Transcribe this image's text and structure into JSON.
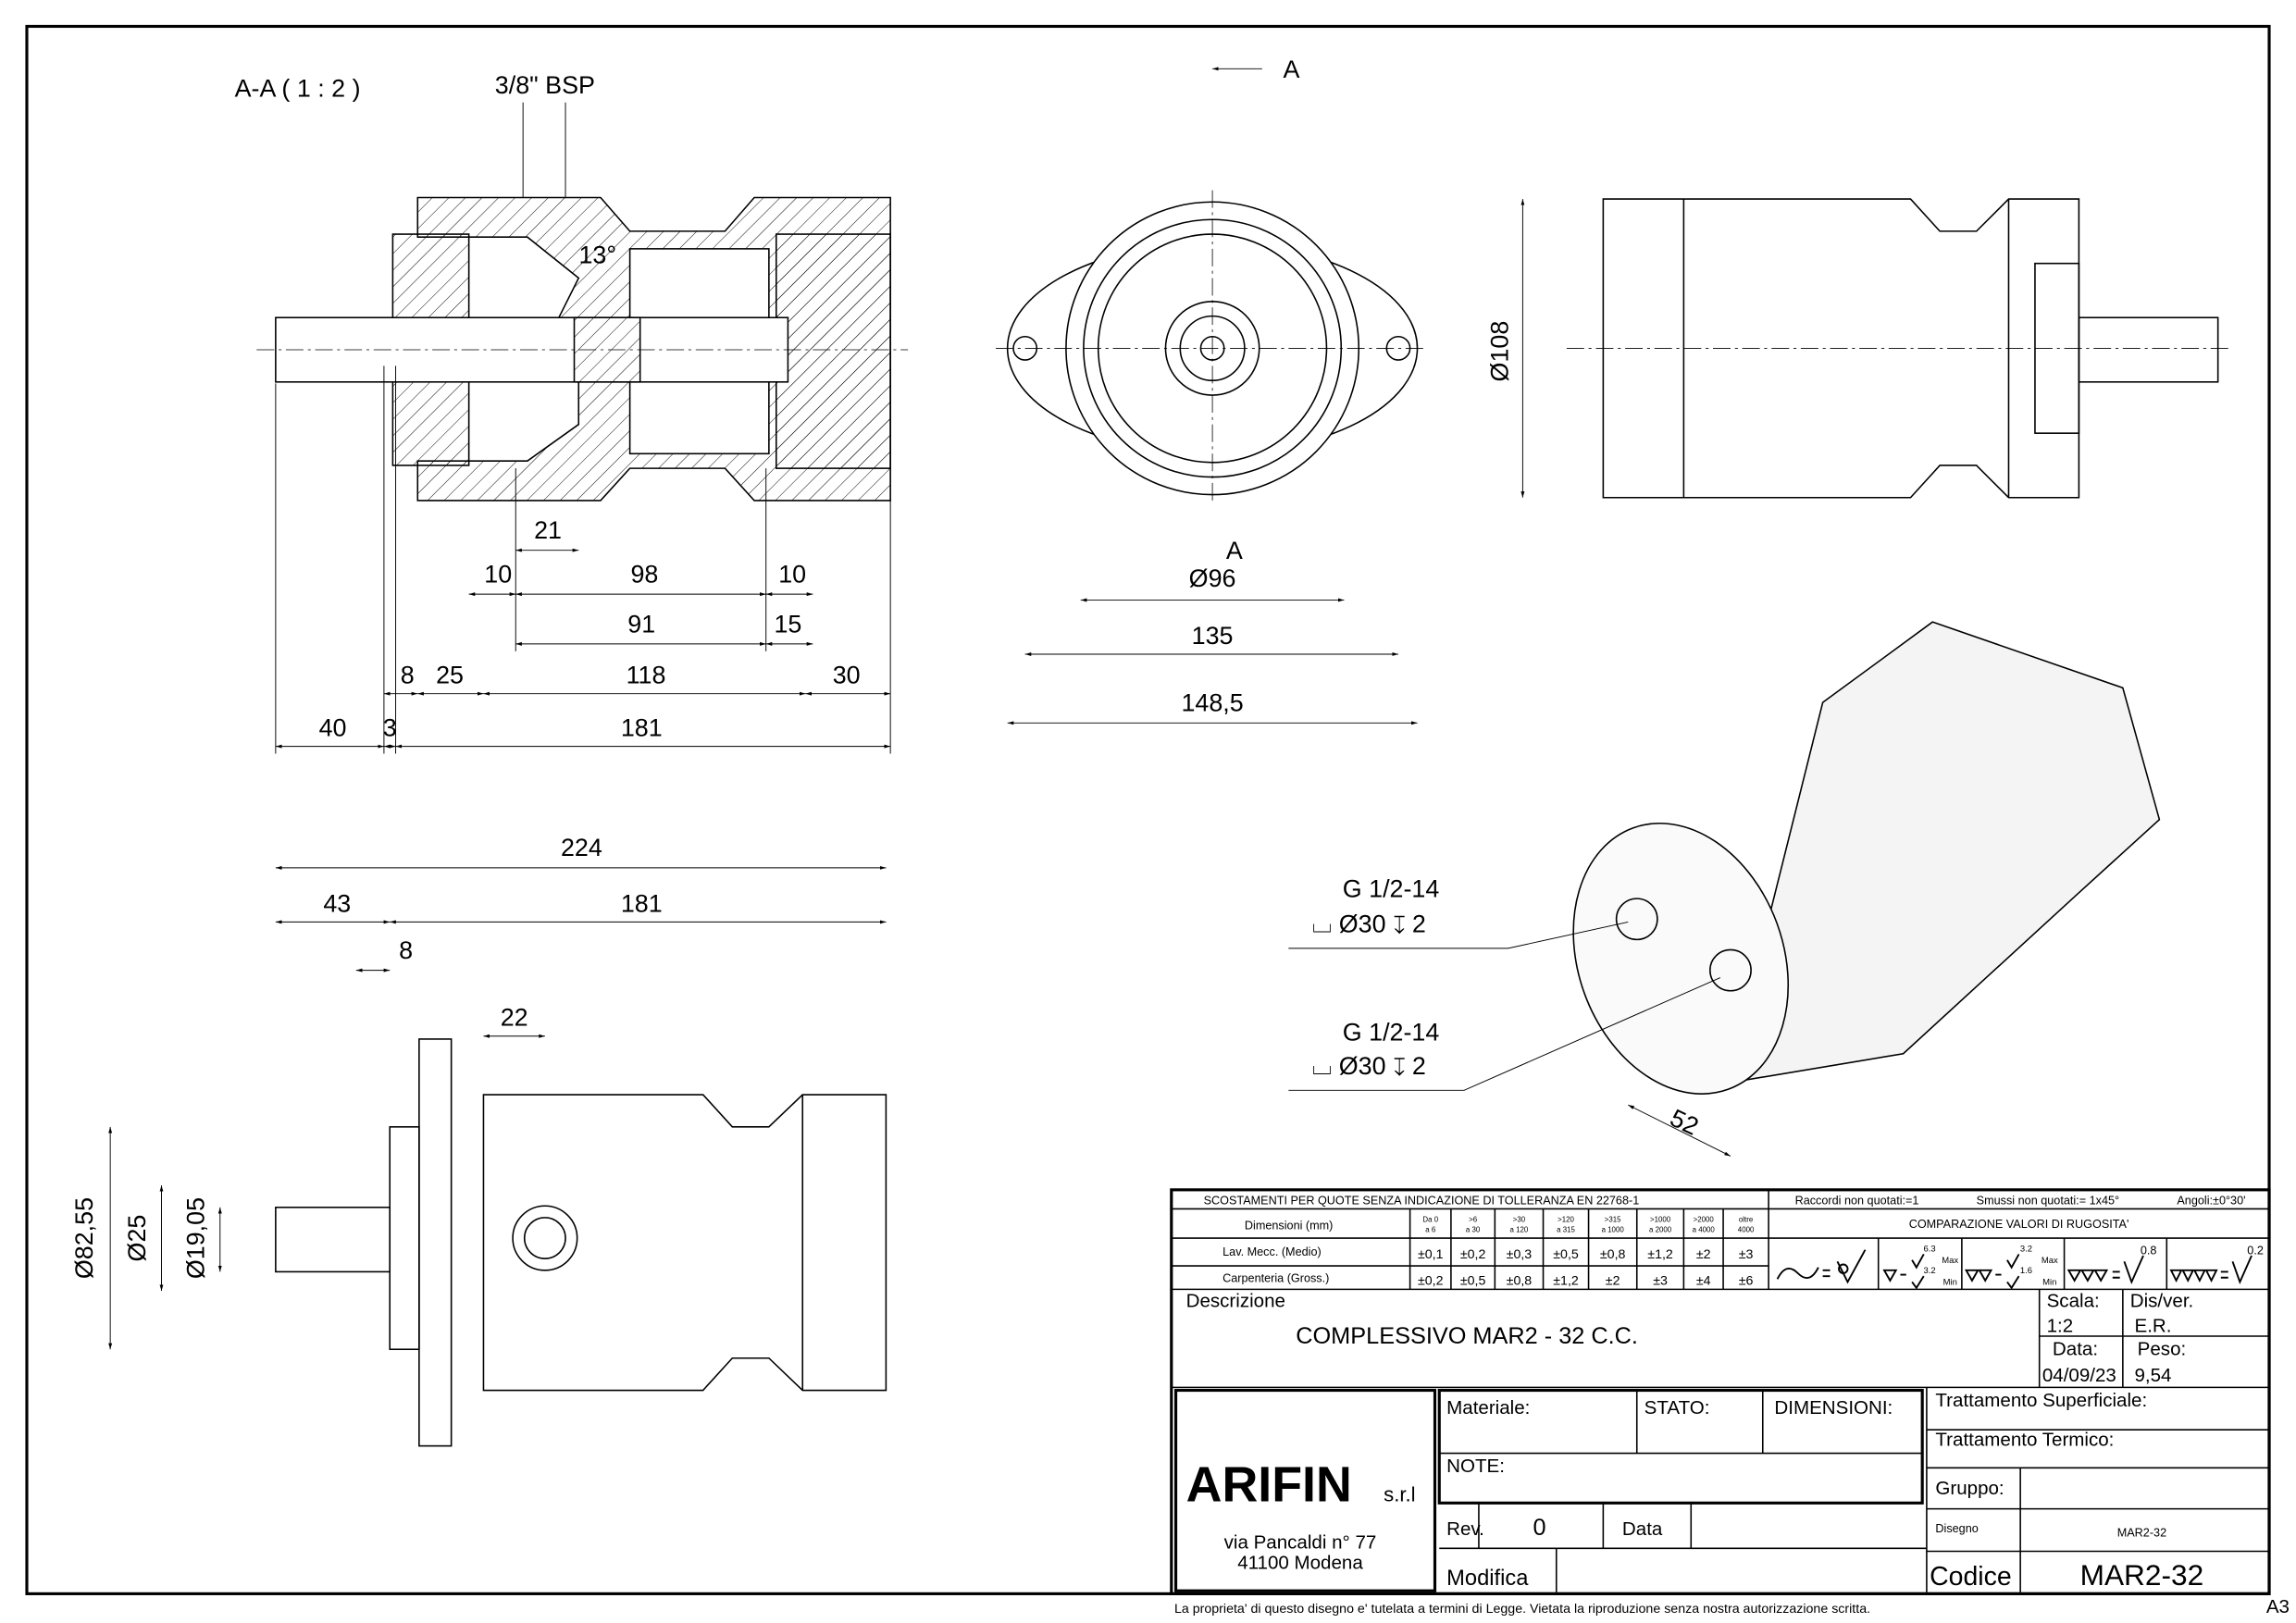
{
  "section_view": {
    "title": "A-A ( 1 : 2 )",
    "thread": "3/8\" BSP",
    "angle": "13°",
    "dims": {
      "d21": "21",
      "d10a": "10",
      "d98": "98",
      "d10b": "10",
      "d91": "91",
      "d15": "15",
      "d8": "8",
      "d25": "25",
      "d118": "118",
      "d30": "30",
      "d40": "40",
      "d3": "3",
      "d181": "181"
    }
  },
  "front_view": {
    "cut_top": "A",
    "cut_bottom": "A",
    "d96": "Ø96",
    "d135": "135",
    "d148": "148,5"
  },
  "side_view": {
    "d108": "Ø108"
  },
  "bottom_view": {
    "d224": "224",
    "d43": "43",
    "d181": "181",
    "d8": "8",
    "d22": "22",
    "d8255": "Ø82,55",
    "d25": "Ø25",
    "d1905": "Ø19,05"
  },
  "iso_view": {
    "port1_thread": "G 1/2-14",
    "port1_spec": "⌴ Ø30 ↧ 2",
    "port2_thread": "G 1/2-14",
    "port2_spec": "⌴ Ø30 ↧ 2",
    "d52": "52"
  },
  "tolerance_table": {
    "title": "SCOSTAMENTI PER QUOTE SENZA INDICAZIONE DI TOLLERANZA   EN 22768-1",
    "row_label": "Dimensioni (mm)",
    "ranges": [
      [
        "Da 0",
        "a 6"
      ],
      [
        ">6",
        "a 30"
      ],
      [
        ">30",
        "a 120"
      ],
      [
        ">120",
        "a 315"
      ],
      [
        ">315",
        "a 1000"
      ],
      [
        ">1000",
        "a 2000"
      ],
      [
        ">2000",
        "a 4000"
      ],
      [
        "oltre",
        "4000"
      ]
    ],
    "rows": [
      {
        "label": "Lav. Mecc. (Medio)",
        "values": [
          "±0,1",
          "±0,2",
          "±0,3",
          "±0,5",
          "±0,8",
          "±1,2",
          "±2",
          "±3"
        ]
      },
      {
        "label": "Carpenteria (Gross.)",
        "values": [
          "±0,2",
          "±0,5",
          "±0,8",
          "±1,2",
          "±2",
          "±3",
          "±4",
          "±6"
        ]
      }
    ],
    "raccordi": "Raccordi non quotati:=1",
    "smussi": "Smussi non quotati:= 1x45°",
    "angoli": "Angoli:±0°30'",
    "rugosita_title": "COMPARAZIONE VALORI DI RUGOSITA'",
    "rug": {
      "r1max": "6.3",
      "r1min": "3.2",
      "r2max": "3.2",
      "r2min": "1.6",
      "r3": "0.8",
      "r4": "0.2",
      "max": "Max",
      "min": "Min"
    }
  },
  "title_block": {
    "descrizione_label": "Descrizione",
    "descrizione": "COMPLESSIVO MAR2 - 32 C.C.",
    "scala_label": "Scala:",
    "scala": "1:2",
    "disver_label": "Dis/ver.",
    "disver": "E.R.",
    "data_label": "Data:",
    "data": "04/09/23",
    "peso_label": "Peso:",
    "peso": "9,54",
    "company": "ARIFIN",
    "company_suffix": "s.r.l",
    "address1": "via Pancaldi n° 77",
    "address2": "41100 Modena",
    "materiale": "Materiale:",
    "stato": "STATO:",
    "dimensioni": "DIMENSIONI:",
    "note": "NOTE:",
    "rev_label": "Rev.",
    "rev": "0",
    "data2_label": "Data",
    "modifica": "Modifica",
    "tratt_sup": "Trattamento Superficiale:",
    "tratt_term": "Trattamento Termico:",
    "gruppo": "Gruppo:",
    "disegno_label": "Disegno",
    "disegno": "MAR2-32",
    "codice_label": "Codice",
    "codice": "MAR2-32"
  },
  "footer": {
    "copyright": "La proprieta' di questo disegno e' tutelata a termini di Legge.  Vietata la riproduzione senza nostra autorizzazione scritta.",
    "format": "A3"
  }
}
